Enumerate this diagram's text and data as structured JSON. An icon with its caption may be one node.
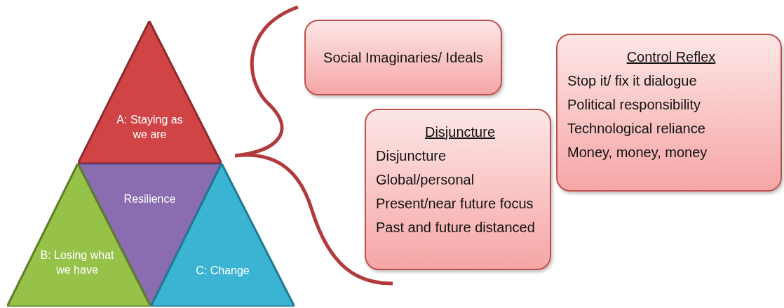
{
  "diagram": {
    "nodes": [
      {
        "text": [
          "A: Staying as we are"
        ]
      },
      {
        "text": [
          "Resilience"
        ]
      },
      {
        "text": [
          "B: Losing what we have"
        ]
      },
      {
        "text": [
          "C: Change"
        ]
      },
      {
        "text": [
          "Social Imaginaries/ Ideals"
        ]
      },
      {
        "text": [
          "Control Reflex",
          "Stop it/ fix it dialogue",
          "Political responsibility",
          "Technological reliance",
          "Money, money, money"
        ]
      },
      {
        "text": [
          "Disjuncture",
          "Disjuncture",
          "Global/personal",
          "Present/near future focus",
          "Past and future distanced"
        ]
      }
    ]
  }
}
